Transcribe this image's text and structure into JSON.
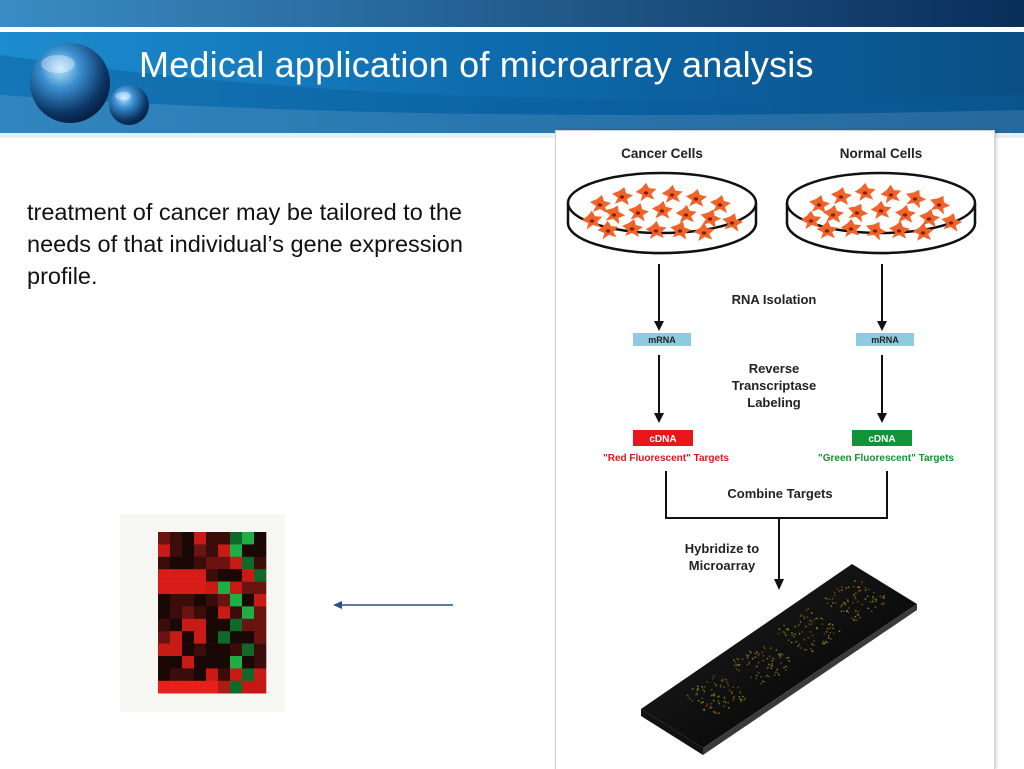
{
  "slide": {
    "title": "Medical application of microarray analysis",
    "body_text": "treatment of cancer may be tailored to the needs of that individual’s gene expression profile."
  },
  "figure": {
    "cancer_cells_label": "Cancer Cells",
    "normal_cells_label": "Normal Cells",
    "rna_isolation_label": "RNA Isolation",
    "mrna_left_label": "mRNA",
    "mrna_right_label": "mRNA",
    "reverse_line1": "Reverse",
    "reverse_line2": "Transcriptase",
    "reverse_line3": "Labeling",
    "cdna_left_label": "cDNA",
    "cdna_right_label": "cDNA",
    "red_targets_label": "\"Red Fluorescent\" Targets",
    "green_targets_label": "\"Green Fluorescent\" Targets",
    "combine_label": "Combine Targets",
    "hybridize_line1": "Hybridize to",
    "hybridize_line2": "Microarray"
  },
  "colors": {
    "header_blue": "#0b5f9c",
    "mrna_box": "#8ecbe0",
    "cdna_red": "#e8151a",
    "cdna_green": "#119338",
    "red_text": "#e0161b",
    "green_text": "#12922f",
    "cell_orange": "#f0642a"
  }
}
